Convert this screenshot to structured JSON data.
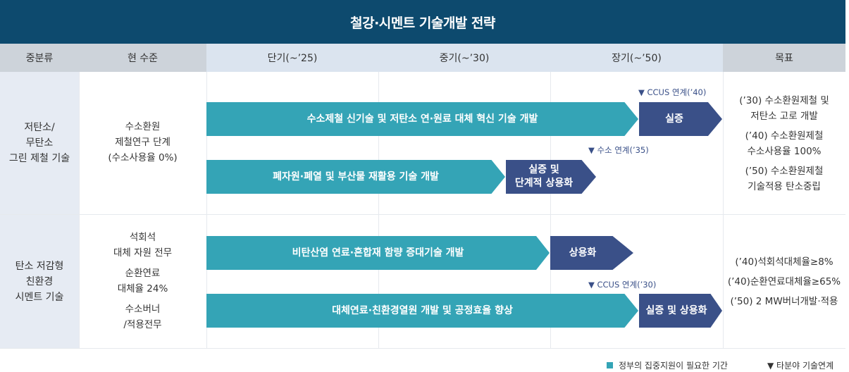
{
  "title": "철강·시멘트 기술개발 전략",
  "headers": {
    "category": "중분류",
    "current": "현 수준",
    "short": "단기(~’25)",
    "mid": "중기(~’30)",
    "long": "장기(~’50)",
    "goal": "목표"
  },
  "steel": {
    "category": "저탄소/\n무탄소\n그린 제철 기술",
    "current": "수소환원\n제철연구 단계\n(수소사용율 0%)",
    "bar1_label": "수소제철 신기술 및 저탄소 연·원료 대체 혁신 기술 개발",
    "bar1_end": "실증",
    "bar1_note": "▼ CCUS 연계(’40)",
    "bar2_label": "폐자원·폐열 및 부산물 재활용 기술 개발",
    "bar2_end": "실증 및\n단계적 상용화",
    "bar2_note": "▼ 수소 연계(’35)",
    "goals": [
      "(’30) 수소환원제철 및\n저탄소 고로 개발",
      "(’40) 수소환원제철\n수소사용율 100%",
      "(’50)  수소환원제철\n기술적용 탄소중립"
    ]
  },
  "cement": {
    "category": "탄소 저감형\n친환경\n시멘트 기술",
    "current": [
      "석회석\n대체 자원 전무",
      "순환연료\n대체율 24%",
      "수소버너\n/적용전무"
    ],
    "bar1_label": "비탄산염 연료·혼합재 함량 증대기술 개발",
    "bar1_end": "상용화",
    "bar2_label": "대체연료·친환경열원 개발 및 공정효율 향상",
    "bar2_end": "실증 및 상용화",
    "bar2_note": "▼ CCUS 연계(’30)",
    "goals": [
      "(’40)석회석대체율≥8%",
      "(’40)순환연료대체율≥65%",
      "(’50) 2 MW버너개발·적용"
    ]
  },
  "legend": {
    "support": "정부의 집중지원이 필요한 기간",
    "link": "▼ 타분야 기술연계"
  },
  "colors": {
    "title_bg": "#0d4a6e",
    "teal": "#34a4b6",
    "navy": "#3a5088"
  }
}
